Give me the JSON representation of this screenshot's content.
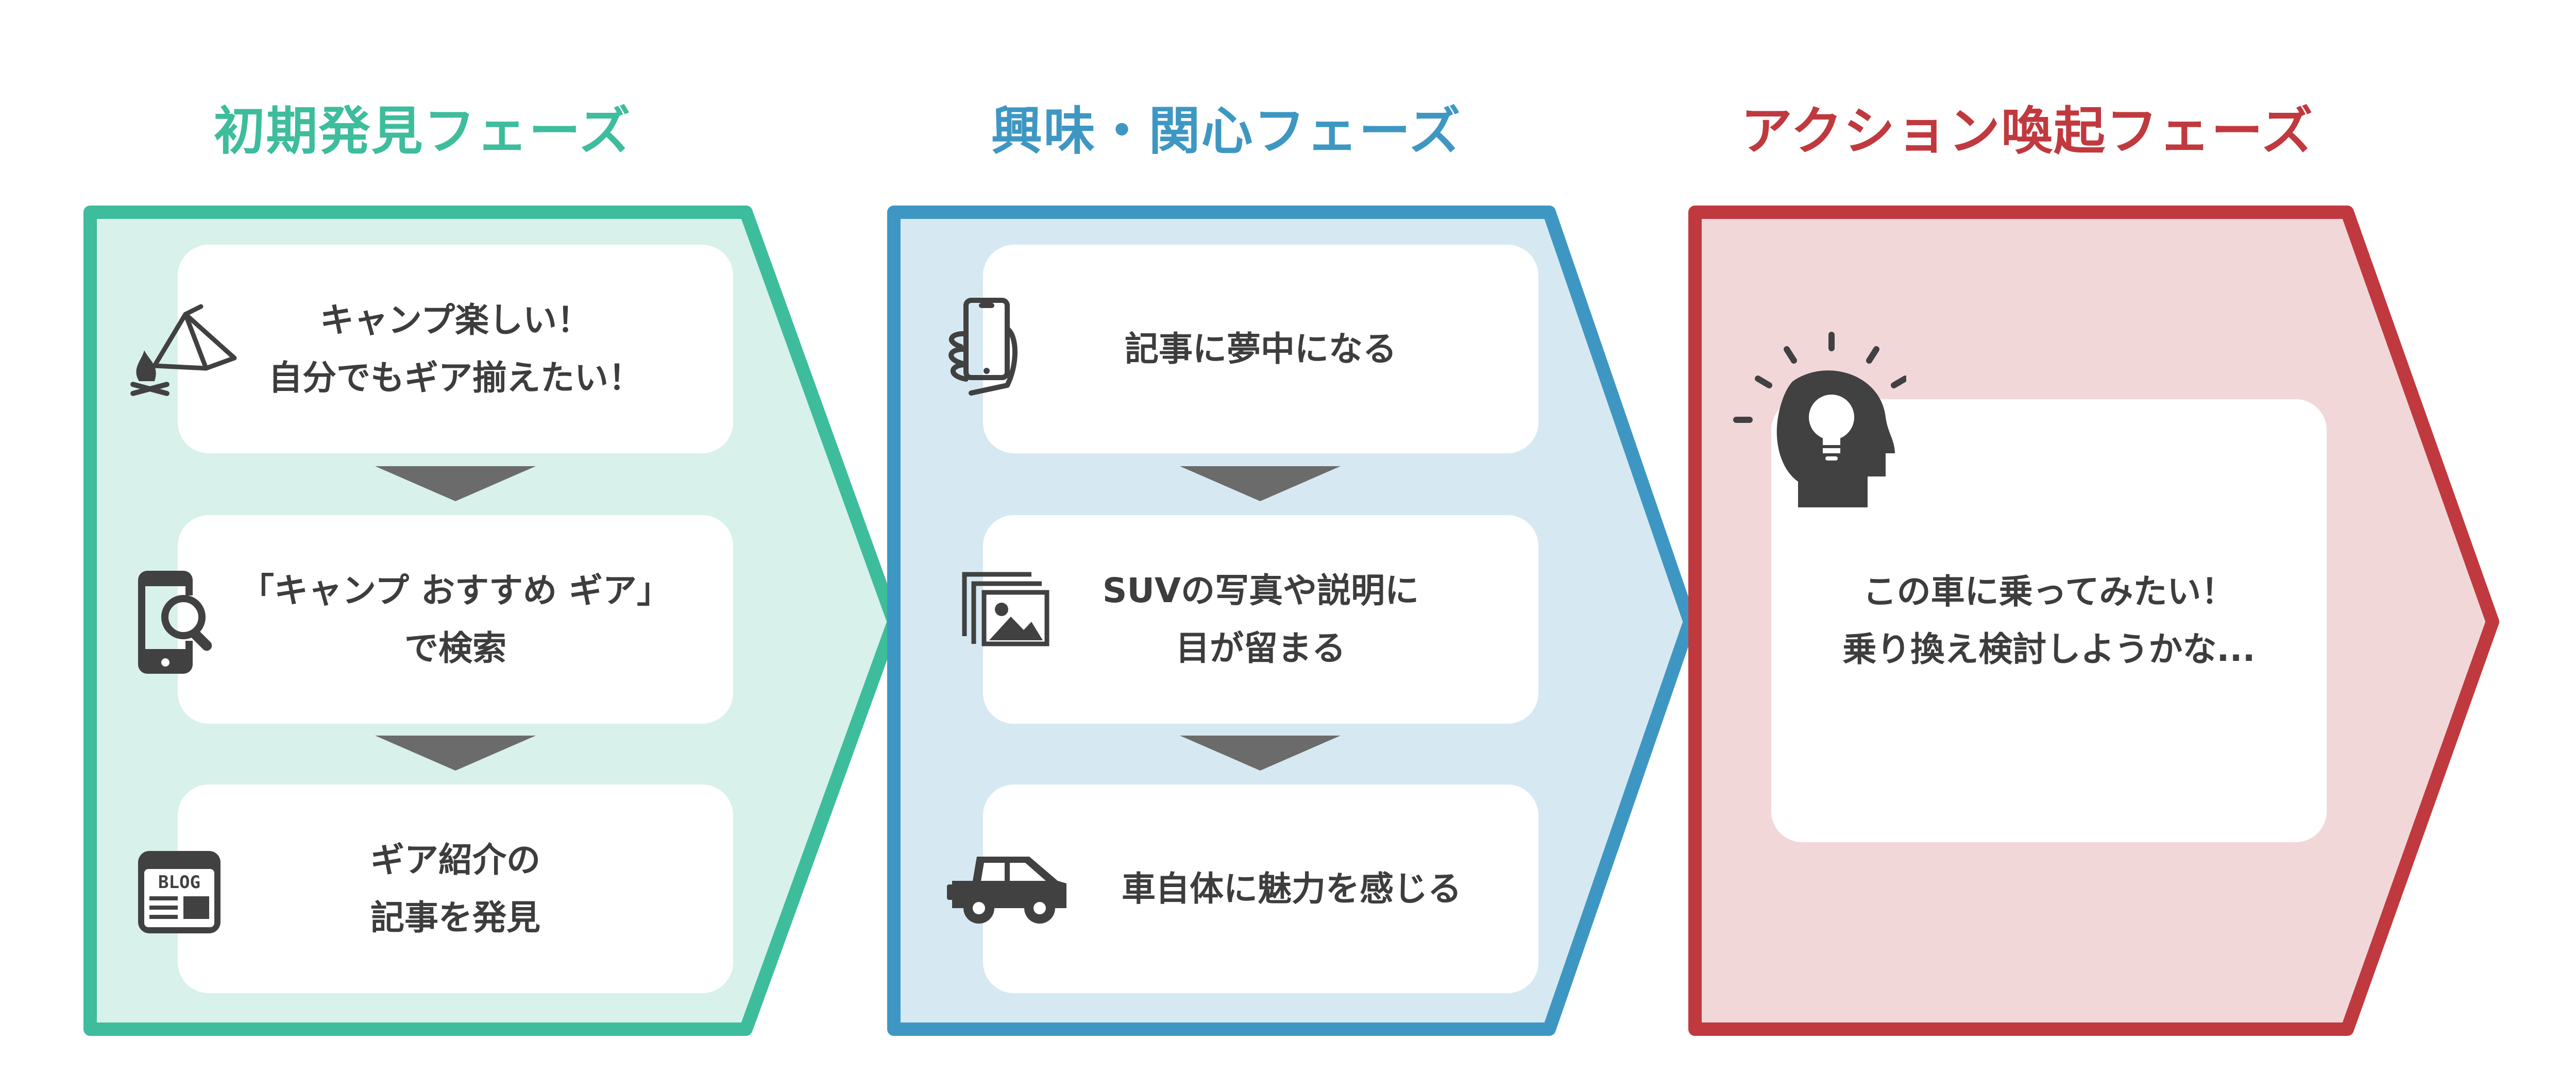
{
  "colors": {
    "phase1": "#3dbd9c",
    "phase1_fill": "#d8f1ea",
    "phase2": "#3e97c2",
    "phase2_fill": "#d6e9f2",
    "phase3": "#c0393e",
    "phase3_fill": "#f2d7d9",
    "arrow": "#6b6b6b",
    "icon": "#414141"
  },
  "phases": [
    {
      "title": "初期発見フェーズ",
      "steps": [
        {
          "lines": [
            "キャンプ楽しい！",
            "自分でもギア揃えたい！"
          ],
          "icon": "camping-tent-fire-icon"
        },
        {
          "lines": [
            "「キャンプ おすすめ ギア」",
            "で検索"
          ],
          "icon": "smartphone-search-icon"
        },
        {
          "lines": [
            "ギア紹介の",
            "記事を発見"
          ],
          "icon": "blog-article-icon",
          "icon_text": "BLOG"
        }
      ]
    },
    {
      "title": "興味・関心フェーズ",
      "steps": [
        {
          "lines": [
            "記事に夢中になる"
          ],
          "icon": "hand-holding-phone-icon"
        },
        {
          "lines": [
            "SUVの写真や説明に",
            "目が留まる"
          ],
          "icon": "photo-gallery-icon"
        },
        {
          "lines": [
            "車自体に魅力を感じる"
          ],
          "icon": "suv-car-icon"
        }
      ]
    },
    {
      "title": "アクション喚起フェーズ",
      "steps": [
        {
          "lines": [
            "この車に乗ってみたい！",
            "乗り換え検討しようかな..."
          ],
          "icon": "idea-head-lightbulb-icon"
        }
      ]
    }
  ]
}
